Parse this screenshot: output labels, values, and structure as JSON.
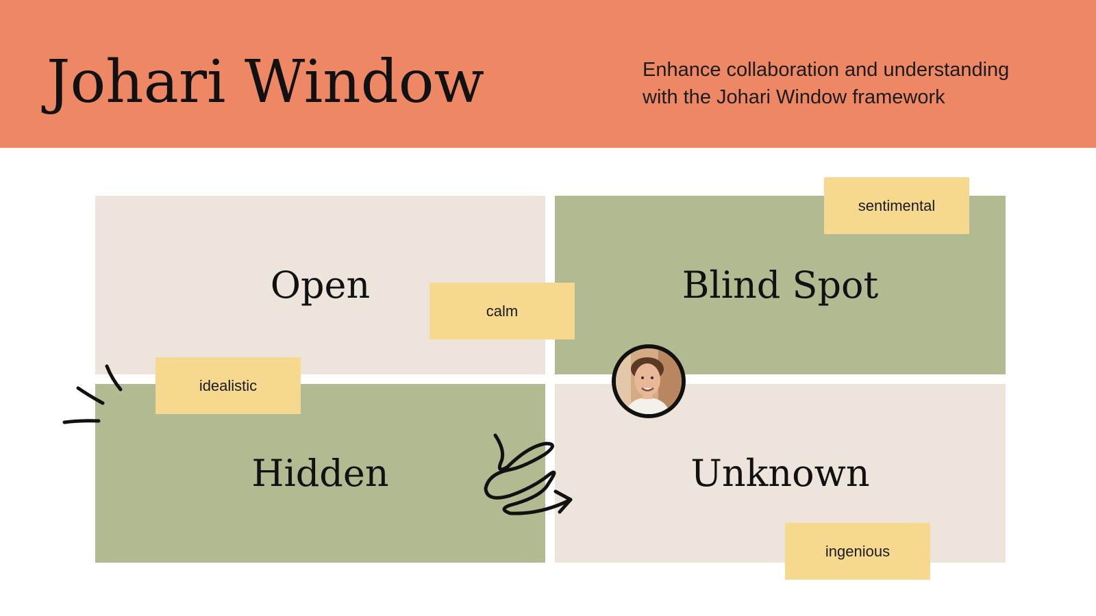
{
  "header": {
    "title": "Johari Window",
    "subtitle_line1": "Enhance collaboration and understanding",
    "subtitle_line2": "with the Johari Window framework",
    "background_color": "#ee8764"
  },
  "quadrants": [
    {
      "label": "Open",
      "color": "#ede4dc"
    },
    {
      "label": "Blind Spot",
      "color": "#b2ba91"
    },
    {
      "label": "Hidden",
      "color": "#b2ba91"
    },
    {
      "label": "Unknown",
      "color": "#ede4dc"
    }
  ],
  "notes": [
    {
      "text": "sentimental"
    },
    {
      "text": "calm"
    },
    {
      "text": "idealistic"
    },
    {
      "text": "ingenious"
    }
  ],
  "note_color": "#f6d98e",
  "icons": {
    "avatar": "person-avatar",
    "sparkle": "sparkle-lines-icon",
    "arrow": "curly-arrow-icon"
  }
}
